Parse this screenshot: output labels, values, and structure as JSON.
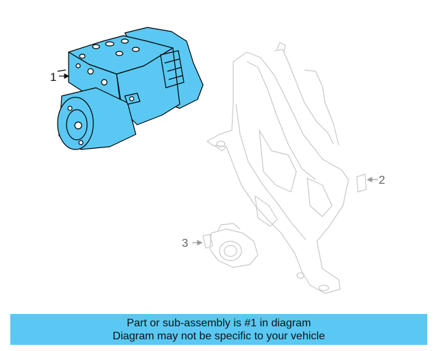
{
  "callouts": {
    "one": "1",
    "two": "2",
    "three": "3"
  },
  "banner": {
    "line1": "Part or sub-assembly is #1 in diagram",
    "line2": "Diagram may not be specific to your vehicle"
  },
  "colors": {
    "highlight_part": "#5ac8f2",
    "banner_bg": "#5ac8f2",
    "outline": "#000000",
    "ghost_lines": "#c8c8c8"
  }
}
